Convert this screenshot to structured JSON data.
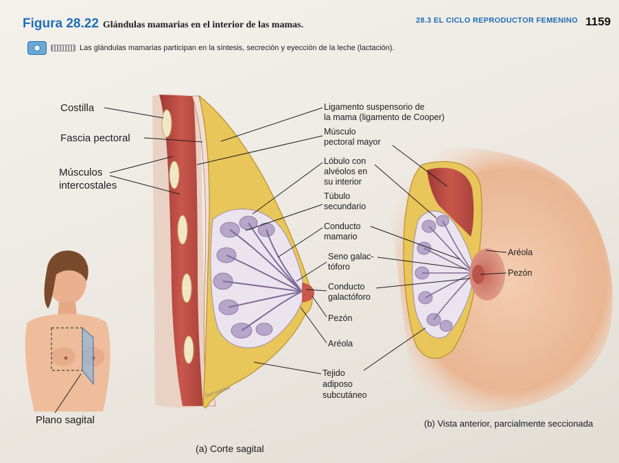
{
  "header": {
    "figure_number": "Figura 28.22",
    "figure_title": "Glándulas mamarias en el interior de las mamas.",
    "section": "28.3 EL CICLO REPRODUCTOR FEMENINO",
    "page_number": "1159"
  },
  "caption": {
    "icon": "anatomy-overview-icon",
    "text": "Las glándulas mamarias participan en la síntesis, secreción y eyección de la leche (lactación)."
  },
  "figure_a": {
    "left_labels": {
      "costilla": "Costilla",
      "fascia": "Fascia pectoral",
      "musculos_1": "Músculos",
      "musculos_2": "intercostales"
    },
    "right_labels": {
      "ligamento_1": "Ligamento suspensorio de",
      "ligamento_2": "la mama (ligamento de Cooper)",
      "musculo_1": "Músculo",
      "musculo_2": "pectoral mayor",
      "lobulo_1": "Lóbulo con",
      "lobulo_2": "alvéolos en",
      "lobulo_3": "su interior",
      "tubulo_1": "Túbulo",
      "tubulo_2": "secundario",
      "conducto_mamario_1": "Conducto",
      "conducto_mamario_2": "mamario",
      "seno_1": "Seno galac-",
      "seno_2": "tóforo",
      "conducto_galac_1": "Conducto",
      "conducto_galac_2": "galactóforo",
      "pezon": "Pezón",
      "areola": "Aréola",
      "tejido_1": "Tejido",
      "tejido_2": "adiposo",
      "tejido_3": "subcutáneo"
    },
    "inset_label": "Plano sagital",
    "signature": "Sorrentino",
    "subcaption": "(a) Corte sagital"
  },
  "figure_b": {
    "labels": {
      "areola": "Aréola",
      "pezon": "Pezón"
    },
    "subcaption": "(b) Vista anterior, parcialmente seccionada"
  },
  "colors": {
    "figure_blue": "#1d6fb5",
    "muscle_red": "#b8453e",
    "fat_yellow": "#e8c65a",
    "gland_lilac": "#b7a6c9",
    "skin": "#f0c3a4"
  }
}
